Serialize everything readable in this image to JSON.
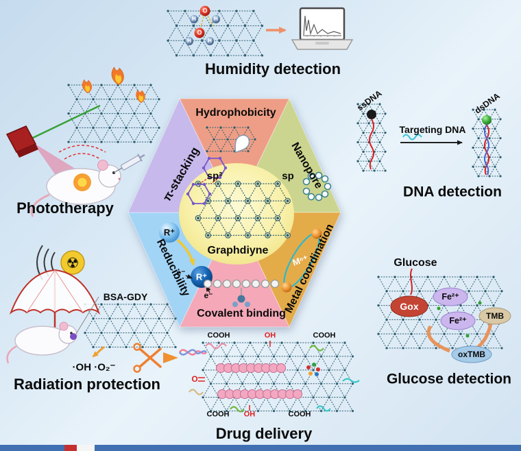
{
  "palette": {
    "lattice": "#2d5e70"
  },
  "center": {
    "title": "Graphdiyne",
    "sp2": "sp²",
    "sp": "sp"
  },
  "hexagon": {
    "sectors": {
      "hydrophobicity": {
        "label": "Hydrophobicity",
        "color": "#ee9e86"
      },
      "nanopore": {
        "label": "Nanopore",
        "color": "#cbd58f"
      },
      "metal": {
        "label": "Metal coordination",
        "color": "#e4ab49"
      },
      "covalent": {
        "label": "Covalent binding",
        "color": "#f4a8b8"
      },
      "reducibility": {
        "label": "Reducibility",
        "color": "#a2d4f6"
      },
      "pi_stacking": {
        "label": "π-stacking",
        "color": "#c8b9ec"
      }
    },
    "reducibility_art": {
      "r_plus": "R⁺",
      "e_minus": "e⁻"
    },
    "metal_art": {
      "ion": "Mⁿ⁺"
    }
  },
  "applications": {
    "humidity": {
      "label": "Humidity detection",
      "o": "O",
      "h": "H"
    },
    "dna": {
      "label": "DNA detection",
      "ssdna": "ssDNA",
      "dsdna": "dsDNA",
      "targeting": "Targeting DNA"
    },
    "glucose": {
      "label": "Glucose detection",
      "substrate": "Glucose",
      "gox": "Gox",
      "fe": "Fe²⁺",
      "tmb": "TMB",
      "oxtmb": "oxTMB"
    },
    "drug": {
      "label": "Drug delivery",
      "cooh": "COOH",
      "oh": "OH",
      "o": "O"
    },
    "radiation": {
      "label": "Radiation protection",
      "bsa_gdy": "BSA-GDY",
      "ros": "·OH ·O₂⁻",
      "symbol": "☢"
    },
    "phototherapy": {
      "label": "Phototherapy"
    }
  }
}
